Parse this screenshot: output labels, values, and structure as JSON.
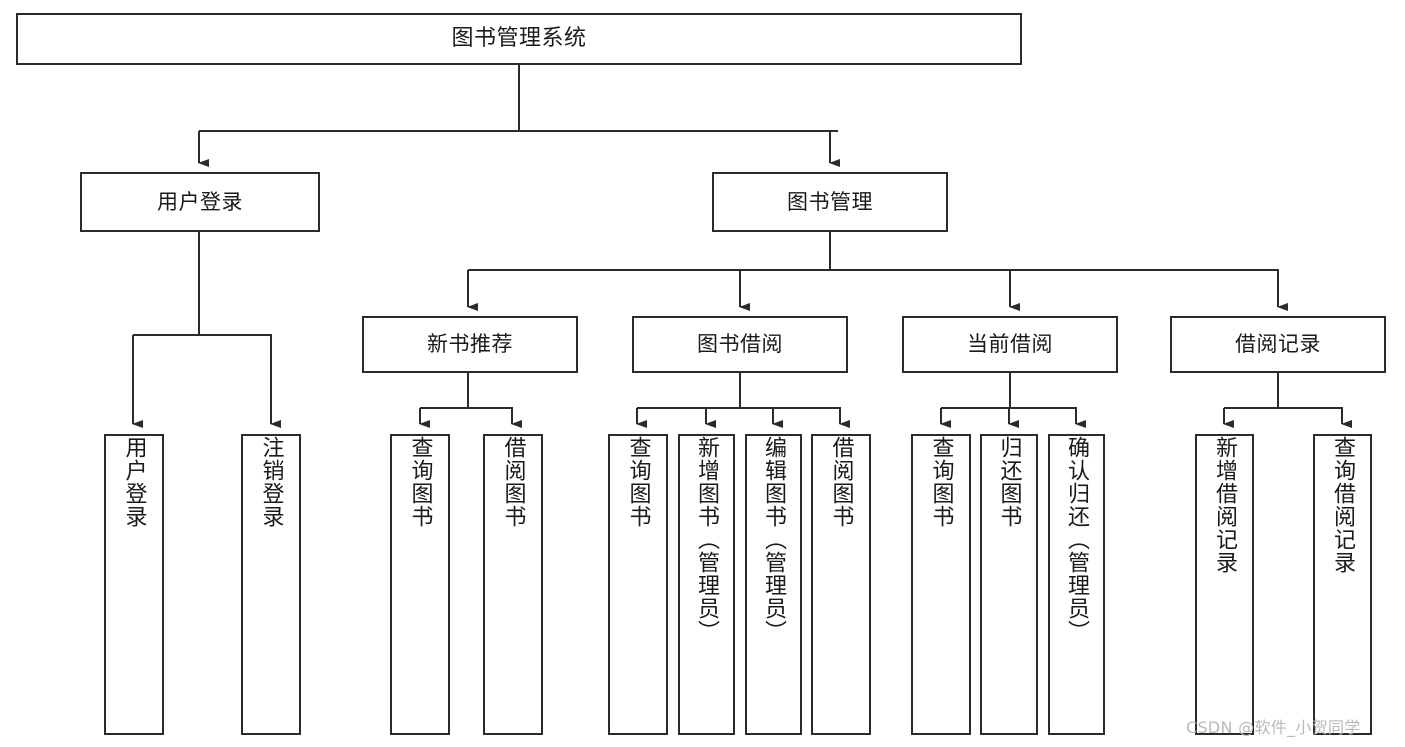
{
  "diagram": {
    "title": "图书管理系统",
    "type": "tree-hierarchy",
    "watermark": "CSDN @软件_小贺同学",
    "accent_color": "#2b2b2b",
    "background_color": "#ffffff",
    "root": {
      "label": "图书管理系统"
    },
    "level2": [
      {
        "label": "用户登录"
      },
      {
        "label": "图书管理"
      }
    ],
    "level3": [
      {
        "label": "新书推荐"
      },
      {
        "label": "图书借阅"
      },
      {
        "label": "当前借阅"
      },
      {
        "label": "借阅记录"
      }
    ],
    "leaves": {
      "user_login": [
        {
          "label": "用户登录"
        },
        {
          "label": "注销登录"
        }
      ],
      "new_book_recommend": [
        {
          "label": "查询图书"
        },
        {
          "label": "借阅图书"
        }
      ],
      "book_borrow": [
        {
          "label": "查询图书"
        },
        {
          "label": "新增图书（管理员）"
        },
        {
          "label": "编辑图书（管理员）"
        },
        {
          "label": "借阅图书"
        }
      ],
      "current_borrow": [
        {
          "label": "查询图书"
        },
        {
          "label": "归还图书"
        },
        {
          "label": "确认归还（管理员）"
        }
      ],
      "borrow_record": [
        {
          "label": "新增借阅记录"
        },
        {
          "label": "查询借阅记录"
        }
      ]
    }
  }
}
